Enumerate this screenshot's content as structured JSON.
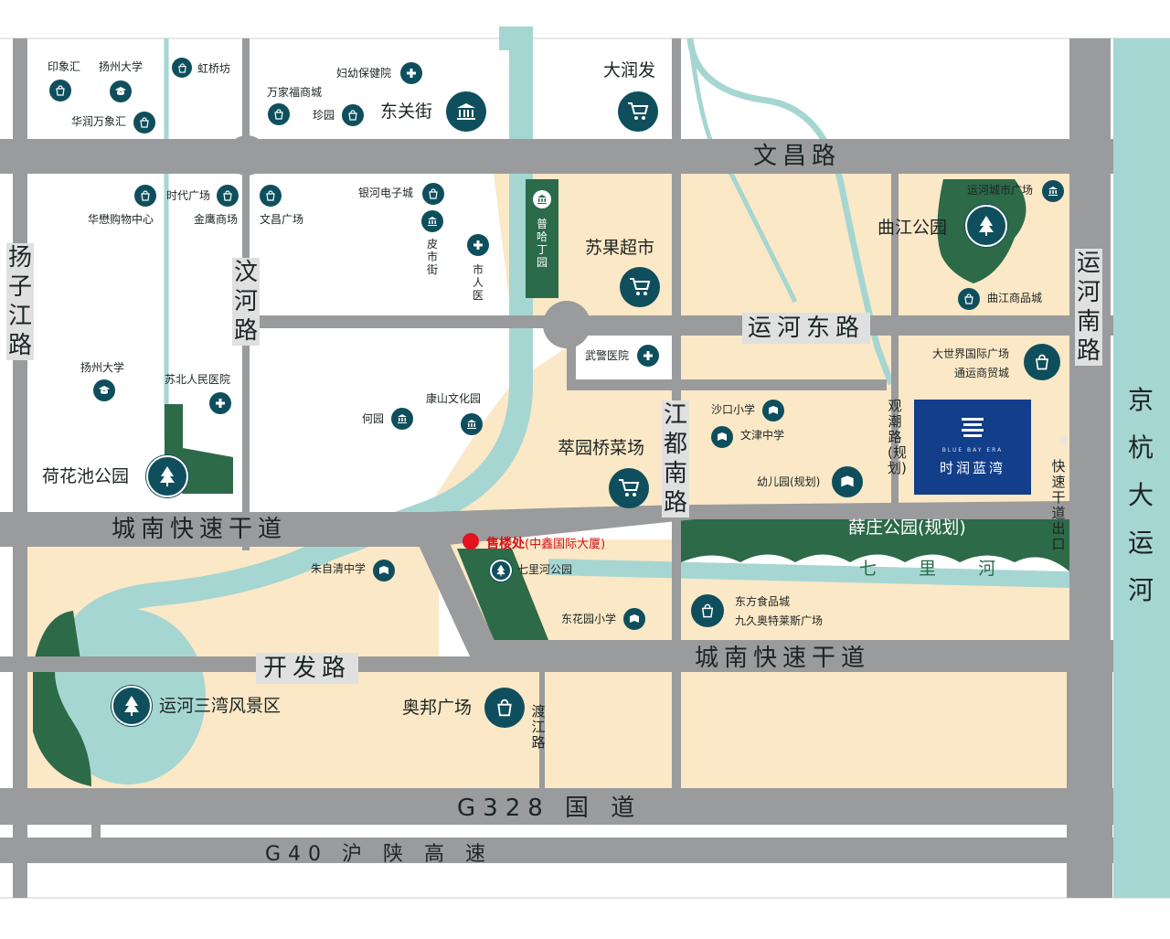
{
  "roads": {
    "wenchang": "文昌路",
    "yunhe_east": "运河东路",
    "chengnan_west": "城南快速干道",
    "chengnan_east": "城南快速干道",
    "kaifa": "开发路",
    "g328": "G328 国 道",
    "g40": "G40 沪 陕 高 速",
    "yangzijiang": "扬子江路",
    "wenhe": "汶河路",
    "jiangdu_south": "江都南路",
    "yunhe_south": "运河南路",
    "guanchao": "观潮路(规划)",
    "dujiang": "渡江路",
    "expressway_exit": "快速干道出口"
  },
  "water": {
    "jinghang": "京杭大运河",
    "qili": "七 里 河"
  },
  "pois": {
    "yinxianghui": "印象汇",
    "yangzhou_univ_top": "扬州大学",
    "hongqiaofang": "虹桥坊",
    "huarun_wanxianghui": "华润万象汇",
    "fuyou_hospital": "妇幼保健院",
    "wanjiafu_mall": "万家福商城",
    "zhenyuan": "珍园",
    "dongguanjie": "东关街",
    "darunfa": "大润发",
    "shidai_plaza": "时代广场",
    "huaxin_center": "华懋购物中心",
    "jinying_mall": "金鹰商场",
    "wenchang_plaza": "文昌广场",
    "yinhe_electronics": "银河电子城",
    "pishijie": "皮市街",
    "city_hospital": "市人医",
    "puhading": "普哈丁园",
    "suguo": "苏果超市",
    "yunhe_city_plaza": "运河城市广场",
    "qujiang_park": "曲江公园",
    "qujiang_mall": "曲江商品城",
    "wujing_hospital": "武警医院",
    "dashijie_plaza": "大世界国际广场",
    "tongyun_mall": "通运商贸城",
    "shakou_primary": "沙口小学",
    "wenjin_middle": "文津中学",
    "kindergarten": "幼儿园(规划)",
    "cuiyuanqiao_market": "萃园桥菜场",
    "yangzhou_univ": "扬州大学",
    "subei_hospital": "苏北人民医院",
    "heyuan": "何园",
    "kangshan_center": "康山文化园",
    "hehuachi_park": "荷花池公园",
    "zhuziqing_middle": "朱自清中学",
    "qilihe_park": "七里河公园",
    "donghuayuan_primary": "东花园小学",
    "dongfang_food": "东方食品城",
    "jiujiu_outlets": "九久奥特莱斯广场",
    "xuezhuang_park": "薛庄公园(规划)",
    "yunhe_sanwan": "运河三湾风景区",
    "aobang_plaza": "奥邦广场"
  },
  "sales_office": {
    "label": "售楼处",
    "detail": "(中鑫国际大厦)"
  },
  "project": {
    "name_en": "BLUE BAY ERA",
    "name_cn": "时润蓝湾"
  },
  "colors": {
    "road": "#9a9b9d",
    "block_tan": "#fbe8c6",
    "water": "#a6d6d2",
    "park": "#2d6a48",
    "icon": "#0f4f5d",
    "project": "#123e8a",
    "sales": "#e2121f"
  }
}
